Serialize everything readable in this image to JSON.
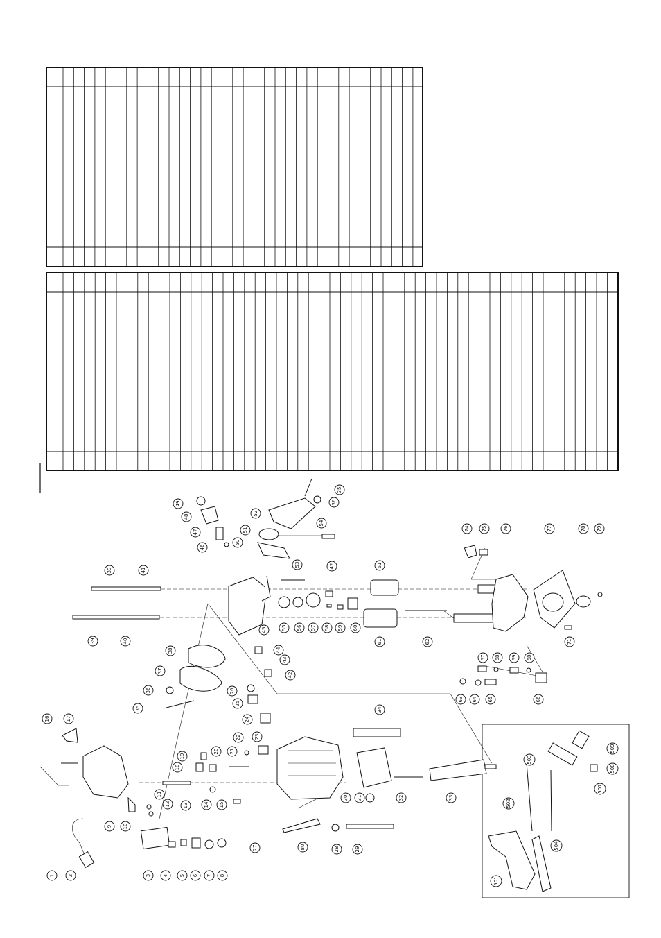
{
  "parts": {
    "callouts": [
      "1",
      "2",
      "3",
      "4",
      "5",
      "6",
      "7",
      "8",
      "9",
      "10",
      "11",
      "12",
      "13",
      "14",
      "15",
      "16",
      "17",
      "18",
      "19",
      "20",
      "21",
      "22",
      "23",
      "24",
      "25",
      "26",
      "27",
      "28",
      "29",
      "30",
      "31",
      "32",
      "33",
      "34",
      "35",
      "36",
      "37",
      "38",
      "39",
      "40",
      "41",
      "42",
      "43",
      "44",
      "45",
      "46",
      "47",
      "48",
      "49",
      "50",
      "51",
      "52",
      "53",
      "54",
      "55",
      "56",
      "57",
      "58",
      "59",
      "60",
      "61",
      "62",
      "63",
      "64",
      "65",
      "66",
      "67",
      "68",
      "69",
      "71",
      "74",
      "75",
      "76",
      "77",
      "78",
      "79",
      "80",
      "501",
      "502",
      "503",
      "504",
      "507",
      "508",
      "509"
    ]
  }
}
